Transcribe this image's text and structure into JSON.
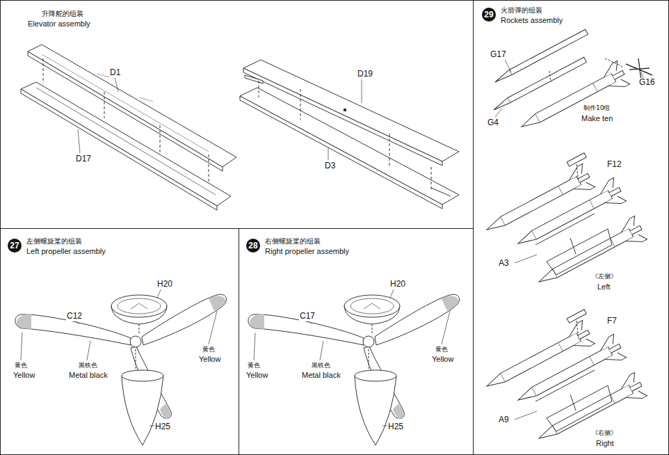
{
  "diagram": {
    "nodes": [
      {
        "text": [
          "升降舵的组装",
          "Elevator assembly"
        ]
      },
      {
        "text": [
          "27",
          "左侧螺旋桨的组装",
          "Left propeller assembly"
        ]
      },
      {
        "text": [
          "28",
          "右侧螺旋桨的组装",
          "Right propeller assembly"
        ]
      },
      {
        "text": [
          "29",
          "火箭弹的组装",
          "Rockets assembly"
        ]
      }
    ],
    "edges": [],
    "labels": [
      "D1",
      "D17",
      "D19",
      "D3",
      "H20",
      "C12",
      "黄色",
      "Yellow",
      "黑铁色",
      "Metal black",
      "黄色",
      "Yellow",
      "H25",
      "H20",
      "C17",
      "黄色",
      "Yellow",
      "黑铁色",
      "Metal black",
      "黄色",
      "Yellow",
      "H25",
      "G17",
      "G4",
      "G16",
      "制作10组",
      "Make ten",
      "F12",
      "A3",
      "《左侧》",
      "Left",
      "F7",
      "A9",
      "《右侧》",
      "Right"
    ]
  }
}
